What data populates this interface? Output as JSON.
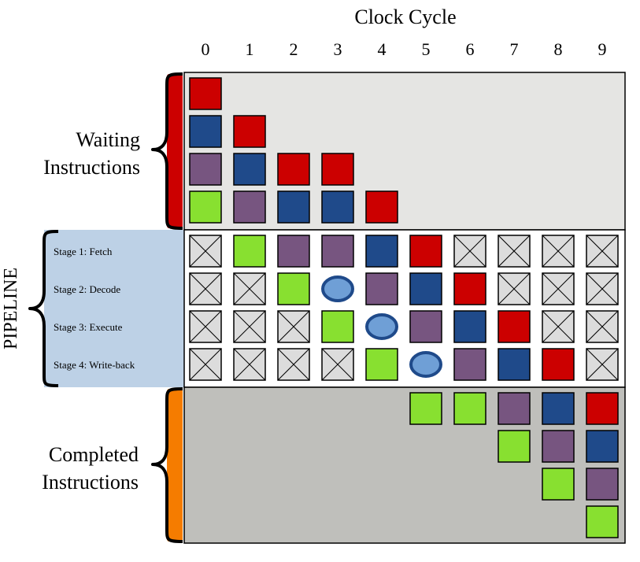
{
  "title": "Clock Cycle",
  "cycles": [
    "0",
    "1",
    "2",
    "3",
    "4",
    "5",
    "6",
    "7",
    "8",
    "9"
  ],
  "labels": {
    "waiting": [
      "Waiting",
      "Instructions"
    ],
    "completed": [
      "Completed",
      "Instructions"
    ],
    "pipeline": "PIPELINE"
  },
  "stages": [
    "Stage 1: Fetch",
    "Stage 2: Decode",
    "Stage 3: Execute",
    "Stage 4: Write-back"
  ],
  "colors": {
    "red": "#cc0000",
    "blue": "#1f4a8a",
    "purple": "#775580",
    "green": "#88e030",
    "bubble_fill": "#6f9fd6",
    "bubble_stroke": "#1f4a8a",
    "empty_fill": "#dcdcdc",
    "waiting_bg": "#e5e5e3",
    "pipeline_bg": "#ffffff",
    "completed_bg": "#bfbfbb",
    "pipeline_label_bg": "#bdd1e6",
    "bracket_waiting": "#cc0000",
    "bracket_completed": "#f57c00"
  },
  "waiting": [
    [
      "red",
      "",
      "",
      "",
      "",
      "",
      "",
      "",
      "",
      ""
    ],
    [
      "blue",
      "red",
      "",
      "",
      "",
      "",
      "",
      "",
      "",
      ""
    ],
    [
      "purple",
      "blue",
      "red",
      "red",
      "",
      "",
      "",
      "",
      "",
      ""
    ],
    [
      "green",
      "purple",
      "blue",
      "blue",
      "red",
      "",
      "",
      "",
      "",
      ""
    ]
  ],
  "pipeline": [
    [
      "x",
      "green",
      "purple",
      "purple",
      "blue",
      "red",
      "x",
      "x",
      "x",
      "x"
    ],
    [
      "x",
      "x",
      "green",
      "bubble",
      "purple",
      "blue",
      "red",
      "x",
      "x",
      "x"
    ],
    [
      "x",
      "x",
      "x",
      "green",
      "bubble",
      "purple",
      "blue",
      "red",
      "x",
      "x"
    ],
    [
      "x",
      "x",
      "x",
      "x",
      "green",
      "bubble",
      "purple",
      "blue",
      "red",
      "x"
    ]
  ],
  "completed": [
    [
      "",
      "",
      "",
      "",
      "",
      "green",
      "green",
      "purple",
      "blue",
      "red"
    ],
    [
      "",
      "",
      "",
      "",
      "",
      "",
      "",
      "green",
      "purple",
      "blue"
    ],
    [
      "",
      "",
      "",
      "",
      "",
      "",
      "",
      "",
      "green",
      "purple"
    ],
    [
      "",
      "",
      "",
      "",
      "",
      "",
      "",
      "",
      "",
      "green"
    ]
  ]
}
